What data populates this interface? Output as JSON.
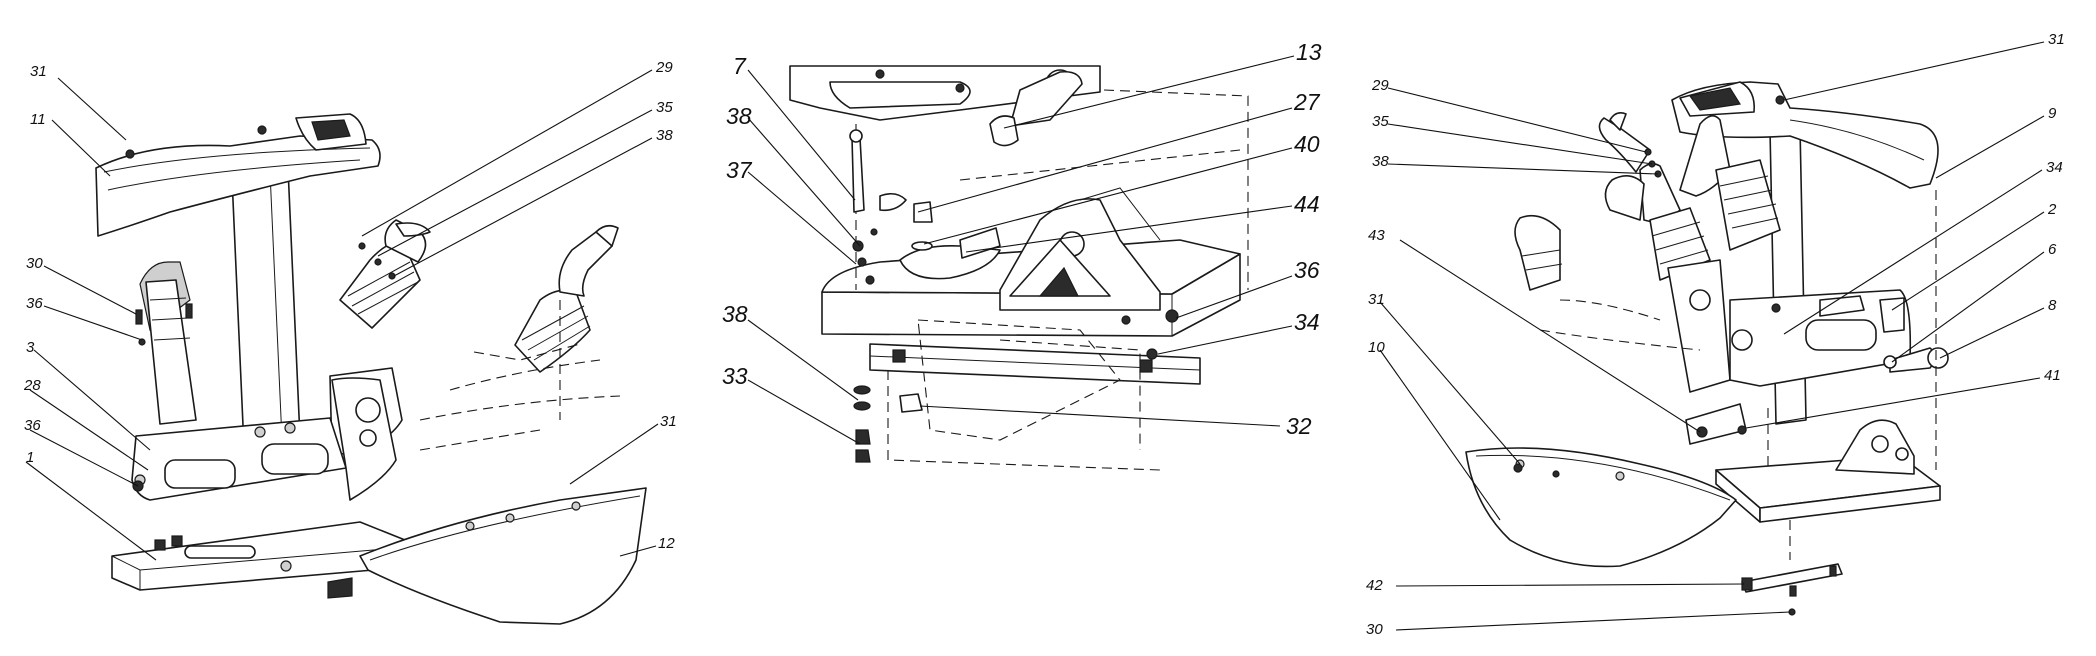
{
  "views": [
    {
      "id": "left",
      "callouts": [
        "31",
        "11",
        "29",
        "35",
        "38",
        "30",
        "36",
        "3",
        "28",
        "36",
        "1",
        "31",
        "12"
      ]
    },
    {
      "id": "middle",
      "callouts": [
        "7",
        "38",
        "37",
        "13",
        "27",
        "40",
        "44",
        "36",
        "34",
        "38",
        "33",
        "32"
      ]
    },
    {
      "id": "right",
      "callouts": [
        "29",
        "35",
        "38",
        "31",
        "9",
        "34",
        "2",
        "6",
        "8",
        "43",
        "31",
        "10",
        "41",
        "42",
        "30"
      ]
    }
  ]
}
